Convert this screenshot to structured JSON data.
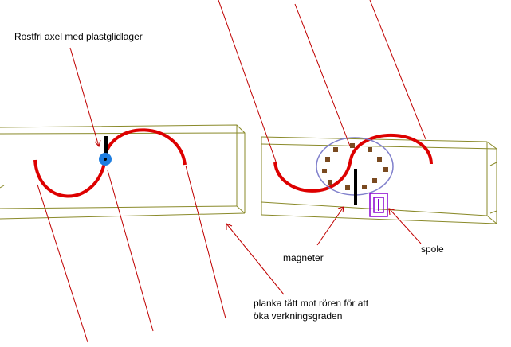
{
  "labels": {
    "axel": "Rostfri axel med plastglidlager",
    "magneter": "magneter",
    "spole": "spole",
    "planka_line1": "planka tätt mot rören för att",
    "planka_line2": "öka verkningsgraden"
  },
  "colors": {
    "plank": "#8a8a2a",
    "tube": "#dd0000",
    "leader": "#c00000",
    "bearing": "#1e7ee0",
    "axle": "#000000",
    "magnet_ring": "#8080cc",
    "magnet": "#7a4a20",
    "coil": "#8a00d0"
  },
  "icons": [
    "bearing-icon",
    "magnet-icon",
    "coil-icon"
  ]
}
